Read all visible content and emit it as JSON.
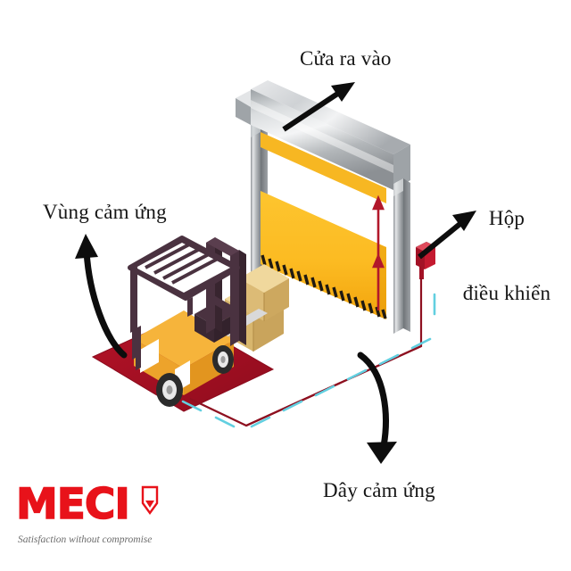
{
  "diagram": {
    "title_labels": {
      "door": "Cửa ra vào",
      "control_box_line1": "Hộp",
      "control_box_line2": "điều khiển",
      "sensing_zone": "Vùng cảm ứng",
      "sensor_cable": "Dây cảm ứng"
    },
    "parts": {
      "door_frame": "high-speed-roll-up-door-frame",
      "roller_housing": "roller-housing",
      "door_curtain": "yellow-door-curtain",
      "hazard_stripe": "black-yellow-hazard-stripe",
      "control_box": "red-control-box",
      "sensing_mat": "red-sensing-zone-mat",
      "forklift": "forklift-with-cargo",
      "cargo": "cardboard-boxes",
      "cable": "sensor-loop-cable"
    },
    "arrows": {
      "door_arrow": "arrow-to-door",
      "control_arrow": "arrow-to-control-box",
      "zone_arrow": "curved-arrow-to-sensing-zone",
      "cable_arrow": "curved-arrow-to-sensor-cable",
      "door_travel_arrows": "red-up-arrows-door-travel"
    }
  },
  "logo": {
    "word": "MECI",
    "tagline": "Satisfaction without compromise"
  },
  "colors": {
    "brand_red": "#e8121a",
    "mat_red": "#a81126",
    "curtain_yellow": "#f9b31f",
    "curtain_yellow_light": "#fdc945",
    "frame_silver": "#b9bcbf",
    "forklift_orange": "#f5a623",
    "mast_dark": "#4a3240",
    "cargo_tan": "#e0c07a",
    "cable_red": "#8e1020",
    "cable_blue": "#62cfe0",
    "text": "#151515"
  }
}
